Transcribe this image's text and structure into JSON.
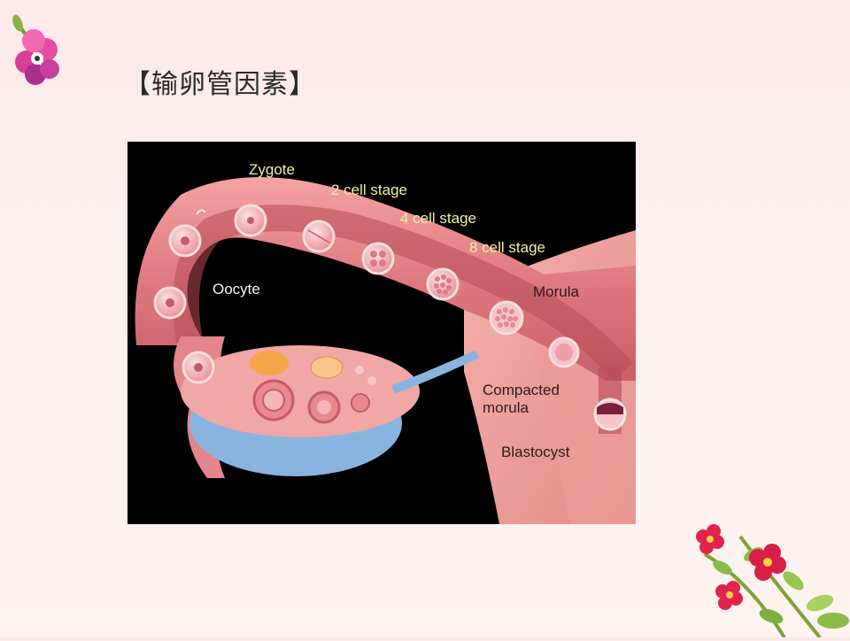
{
  "slide": {
    "title": "【输卵管因素】"
  },
  "diagram": {
    "labels": {
      "zygote": "Zygote",
      "two_cell": "2 cell stage",
      "four_cell": "4 cell stage",
      "eight_cell": "8 cell stage",
      "morula": "Morula",
      "oocyte": "Oocyte",
      "compacted_morula": "Compacted\nmorula",
      "blastocyst": "Blastocyst"
    },
    "colors": {
      "background": "#000000",
      "tube": "#e98a8a",
      "tube_lumen": "#b94d55",
      "ovary": "#f1a7a5",
      "ovary_base": "#8ab4e0",
      "uterus": "#f0a09c",
      "label_yellow": "#f2efa6"
    }
  },
  "decorations": {
    "top_left": "pink-flower-icon",
    "bottom_right": "flower-cluster-icon"
  }
}
